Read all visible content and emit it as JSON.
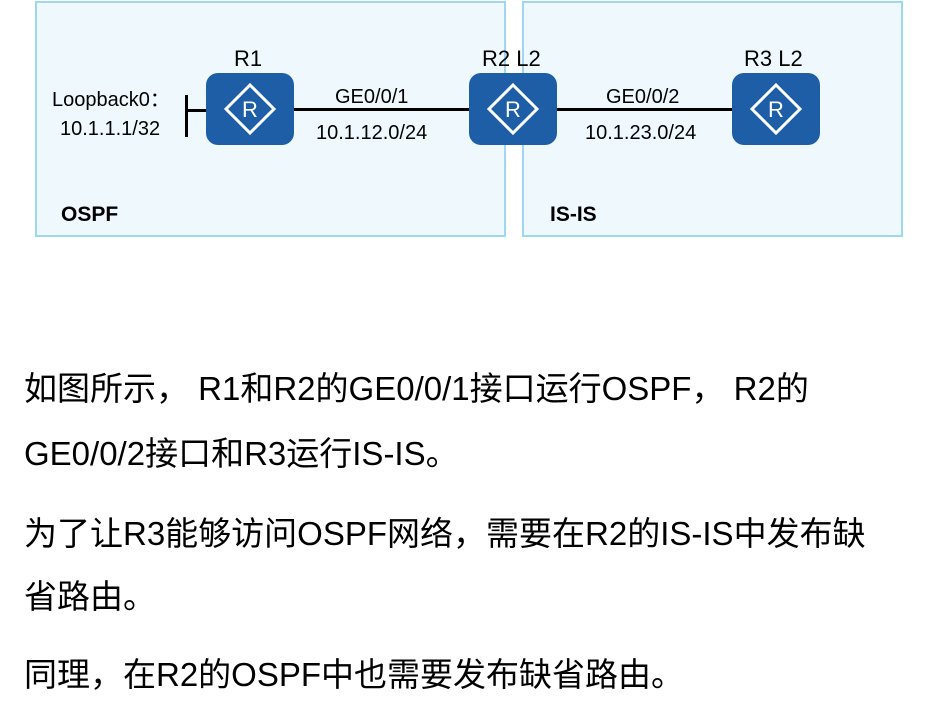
{
  "areas": {
    "ospf_label": "OSPF",
    "isis_label": "IS-IS"
  },
  "routers": {
    "r1_name": "R1",
    "r2_name": "R2 L2",
    "r3_name": "R3 L2",
    "icon_letter": "R"
  },
  "loopback": {
    "name": "Loopback0：",
    "address": "10.1.1.1/32"
  },
  "links": {
    "r1_r2_interface": "GE0/0/1",
    "r1_r2_network": "10.1.12.0/24",
    "r2_r3_interface": "GE0/0/2",
    "r2_r3_network": "10.1.23.0/24"
  },
  "text": {
    "p1_line1": "如图所示， R1和R2的GE0/0/1接口运行OSPF， R2的",
    "p1_line2": "GE0/0/2接口和R3运行IS-IS。",
    "p2_line1": "为了让R3能够访问OSPF网络，需要在R2的IS-IS中发布缺",
    "p2_line2": "省路由。",
    "p3_line1": "同理，在R2的OSPF中也需要发布缺省路由。"
  },
  "colors": {
    "zone_fill": "#eef8fd",
    "zone_border": "#9fd7ee",
    "router_fill": "#1d5ea7",
    "router_icon": "#ffffff"
  }
}
